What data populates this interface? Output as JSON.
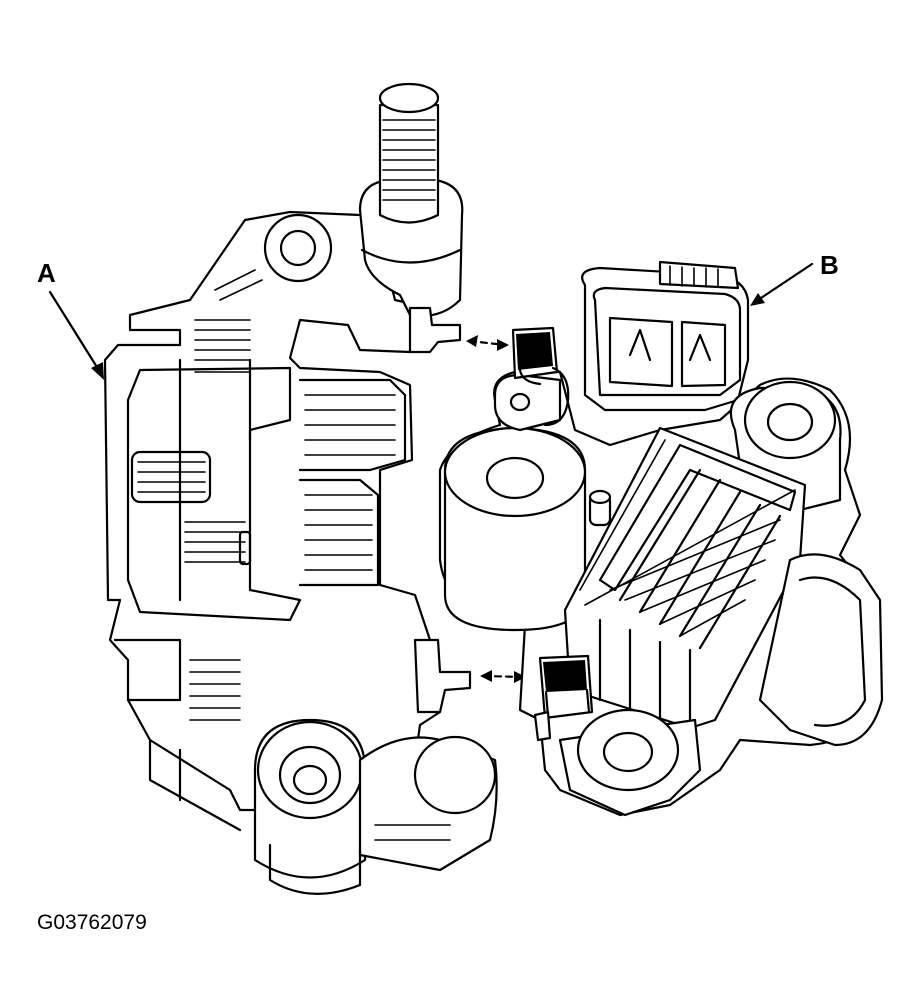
{
  "labels": {
    "a": "A",
    "b": "B"
  },
  "figure_code": "G03762079",
  "colors": {
    "ink": "#000000",
    "paper": "#ffffff"
  }
}
